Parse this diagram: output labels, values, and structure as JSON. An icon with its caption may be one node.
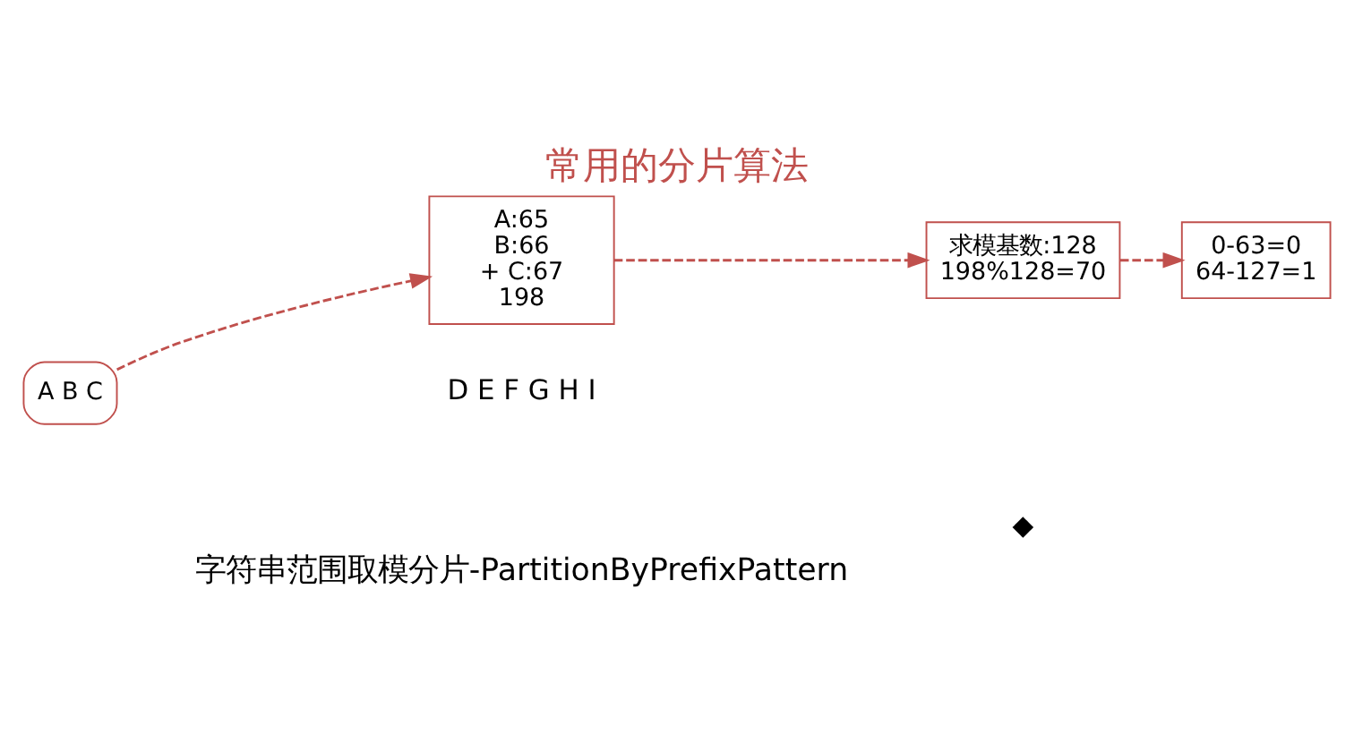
{
  "diagram": {
    "title": "常用的分片算法",
    "nodes": [
      {
        "text": [
          "A B C"
        ]
      },
      {
        "text": [
          "A:65",
          "B:66",
          "+ C:67",
          "198"
        ]
      },
      {
        "text": [
          "求模基数:128",
          "198%128=70"
        ]
      },
      {
        "text": [
          "0-63=0",
          "64-127=1"
        ]
      }
    ],
    "edges": [
      {
        "from": 0,
        "to": 1,
        "arrow": "to",
        "style": "dashed"
      },
      {
        "from": 1,
        "to": 2,
        "arrow": "to",
        "style": "dashed"
      },
      {
        "from": 2,
        "to": 3,
        "arrow": "to",
        "style": "dashed"
      }
    ],
    "labels": [
      "字符串范围取模分片-PartitionByPrefixPattern",
      "◆",
      "D E F G H I"
    ]
  }
}
